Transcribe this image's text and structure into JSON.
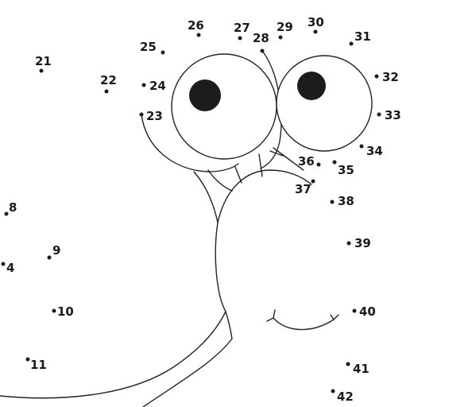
{
  "puzzle": {
    "points": [
      {
        "label": "21"
      },
      {
        "label": "22"
      },
      {
        "label": "23"
      },
      {
        "label": "24"
      },
      {
        "label": "25"
      },
      {
        "label": "26"
      },
      {
        "label": "27"
      },
      {
        "label": "28"
      },
      {
        "label": "29"
      },
      {
        "label": "30"
      },
      {
        "label": "31"
      },
      {
        "label": "32"
      },
      {
        "label": "33"
      },
      {
        "label": "34"
      },
      {
        "label": "35"
      },
      {
        "label": "36"
      },
      {
        "label": "37"
      },
      {
        "label": "38"
      },
      {
        "label": "39"
      },
      {
        "label": "40"
      },
      {
        "label": "41"
      },
      {
        "label": "42"
      },
      {
        "label": "8"
      },
      {
        "label": "9"
      },
      {
        "label": "4"
      },
      {
        "label": "10"
      },
      {
        "label": "11"
      }
    ]
  }
}
